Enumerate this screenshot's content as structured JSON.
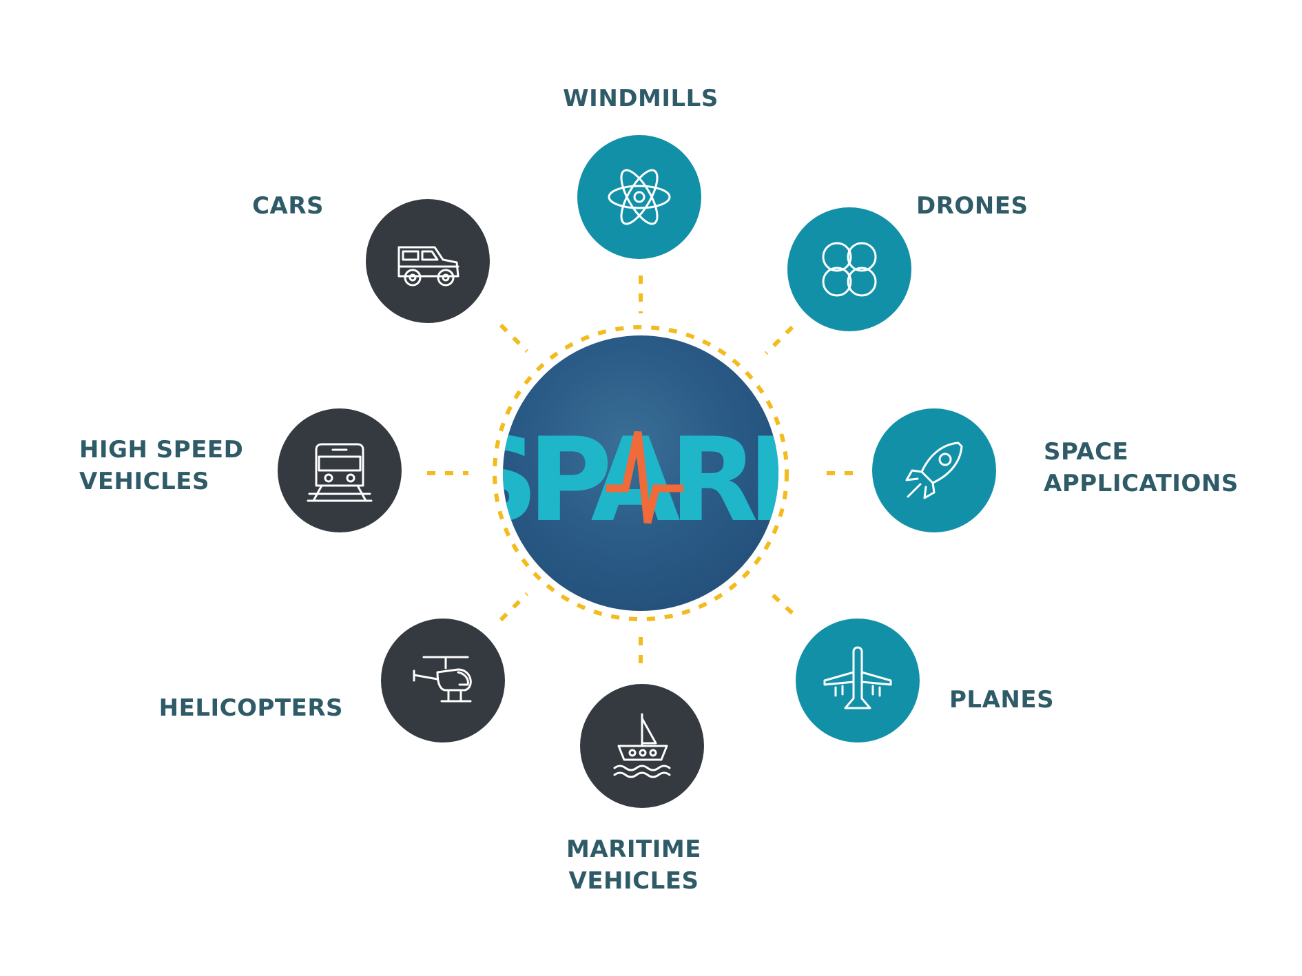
{
  "hub": {
    "logo_text": "SPARK",
    "icon": "spark-logo"
  },
  "nodes": {
    "windmills": {
      "label": "WINDMILLS",
      "icon": "atom-icon",
      "color": "#1290a8"
    },
    "drones": {
      "label": "DRONES",
      "icon": "drone-icon",
      "color": "#1290a8"
    },
    "space": {
      "label_line1": "SPACE",
      "label_line2": "APPLICATIONS",
      "icon": "rocket-icon",
      "color": "#1290a8"
    },
    "planes": {
      "label": "PLANES",
      "icon": "plane-icon",
      "color": "#1290a8"
    },
    "maritime": {
      "label_line1": "MARITIME",
      "label_line2": "VEHICLES",
      "icon": "ship-icon",
      "color": "#343a3f"
    },
    "helicopters": {
      "label": "HELICOPTERS",
      "icon": "helicopter-icon",
      "color": "#343a3f"
    },
    "high_speed": {
      "label_line1": "HIGH SPEED",
      "label_line2": "VEHICLES",
      "icon": "train-icon",
      "color": "#343a3f"
    },
    "cars": {
      "label": "CARS",
      "icon": "car-icon",
      "color": "#343a3f"
    }
  },
  "colors": {
    "label": "#2e5b67",
    "connector": "#f3bb1d",
    "spark_letters": "#1fb6c9",
    "spark_pulse": "#f06a3a"
  }
}
